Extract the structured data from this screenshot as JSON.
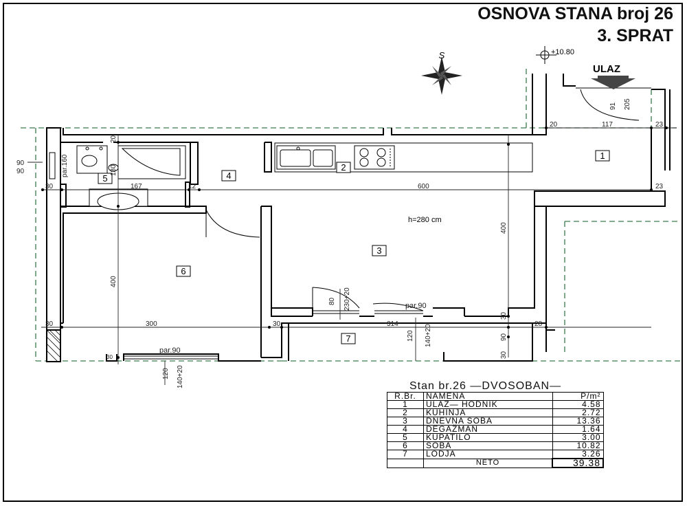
{
  "title": {
    "line1": "OSNOVA STANA broj 26",
    "line2": "3. SPRAT"
  },
  "compass": {
    "label": "S"
  },
  "elevation": "+10.80",
  "entrance": {
    "label": "ULAZ"
  },
  "rooms": {
    "r1": "1",
    "r2": "2",
    "r3": "3",
    "r4": "4",
    "r5": "5",
    "r6": "6",
    "r7": "7"
  },
  "ceiling": "h=280 cm",
  "dims": {
    "d20a": "20",
    "d117": "117",
    "d23a": "23",
    "d23b": "23",
    "d90a": "90",
    "d90b": "90",
    "d30a": "30",
    "d167": "167",
    "d12": "12",
    "d600": "600",
    "d30b": "30",
    "d300": "300",
    "d30c": "30",
    "d314": "314",
    "d28": "28",
    "d20b": "20",
    "d180": "180",
    "d91": "91",
    "d205": "205",
    "d400a": "400",
    "d400b": "400",
    "d80": "80",
    "d230": "230+20",
    "d120a": "120",
    "d140a": "140+20",
    "d90c": "90",
    "d30d": "30",
    "d30e": "30",
    "d120b": "120",
    "d140b": "140+20",
    "par160": "par.160",
    "par90a": "par.90",
    "par90b": "par.90",
    "d30f": "30"
  },
  "legend": {
    "title": "Stan  br.26 —DVOSOBAN—",
    "headers": {
      "no": "R.Br.",
      "name": "NAMENA",
      "area": "P/m²"
    },
    "rows": [
      {
        "no": "1",
        "name": "ULAZ— HODNIK",
        "area": "4.58"
      },
      {
        "no": "2",
        "name": "KUHINJA",
        "area": "2.72"
      },
      {
        "no": "3",
        "name": "DNEVNA  SOBA",
        "area": "13.36"
      },
      {
        "no": "4",
        "name": "DEGAŽMAN",
        "area": "1.64"
      },
      {
        "no": "5",
        "name": "KUPATILO",
        "area": "3.00"
      },
      {
        "no": "6",
        "name": "SOBA",
        "area": "10.82"
      },
      {
        "no": "7",
        "name": "LODJA",
        "area": "3.26"
      }
    ],
    "neto_label": "NETO",
    "neto_value": "39.38"
  },
  "colors": {
    "wall": "#000000",
    "green": "#3a7a4a",
    "dim": "#222222"
  }
}
